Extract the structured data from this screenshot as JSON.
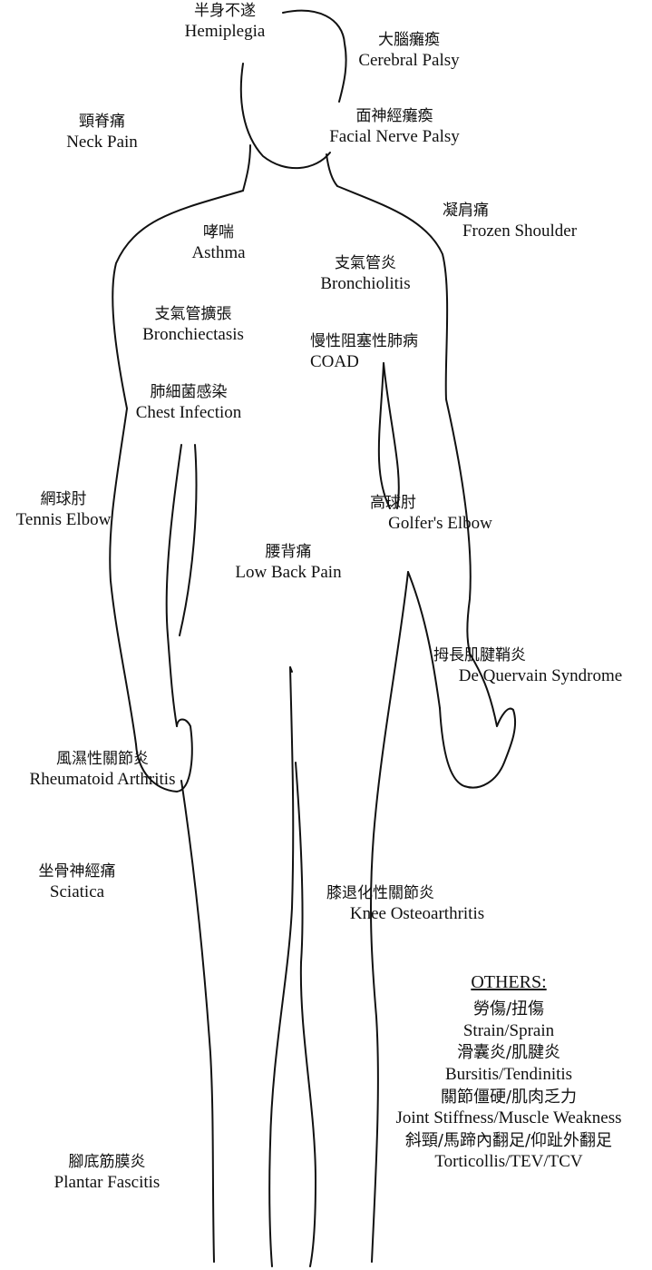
{
  "conditions": {
    "hemiplegia": {
      "zh": "半身不遂",
      "en": "Hemiplegia"
    },
    "cerebral_palsy": {
      "zh": "大腦癱瘓",
      "en": "Cerebral Palsy"
    },
    "neck_pain": {
      "zh": "頸脊痛",
      "en": "Neck Pain"
    },
    "facial_nerve_palsy": {
      "zh": "面神經癱瘓",
      "en": "Facial Nerve Palsy"
    },
    "frozen_shoulder": {
      "zh": "凝肩痛",
      "en": "Frozen Shoulder"
    },
    "asthma": {
      "zh": "哮喘",
      "en": "Asthma"
    },
    "bronchiolitis": {
      "zh": "支氣管炎",
      "en": "Bronchiolitis"
    },
    "bronchiectasis": {
      "zh": "支氣管擴張",
      "en": "Bronchiectasis"
    },
    "coad": {
      "zh": "慢性阻塞性肺病",
      "en": "COAD"
    },
    "chest_infection": {
      "zh": "肺細菌感染",
      "en": "Chest Infection"
    },
    "tennis_elbow": {
      "zh": "網球肘",
      "en": "Tennis Elbow"
    },
    "golfers_elbow": {
      "zh": "高球肘",
      "en": "Golfer's Elbow"
    },
    "low_back_pain": {
      "zh": "腰背痛",
      "en": "Low Back Pain"
    },
    "de_quervain": {
      "zh": "拇長肌腱鞘炎",
      "en": "De Quervain Syndrome"
    },
    "rheumatoid_arthritis": {
      "zh": "風濕性關節炎",
      "en": "Rheumatoid Arthritis"
    },
    "sciatica": {
      "zh": "坐骨神經痛",
      "en": "Sciatica"
    },
    "knee_oa": {
      "zh": "膝退化性關節炎",
      "en": "Knee Osteoarthritis"
    },
    "plantar_fascitis": {
      "zh": "腳底筋膜炎",
      "en": "Plantar Fascitis"
    }
  },
  "others": {
    "heading": "OTHERS:",
    "items": [
      {
        "zh": "勞傷/扭傷",
        "en": "Strain/Sprain"
      },
      {
        "zh": "滑囊炎/肌腱炎",
        "en": "Bursitis/Tendinitis"
      },
      {
        "zh": "關節僵硬/肌肉乏力",
        "en": "Joint Stiffness/Muscle Weakness"
      },
      {
        "zh": "斜頸/馬蹄內翻足/仰趾外翻足",
        "en": "Torticollis/TEV/TCV"
      }
    ]
  }
}
